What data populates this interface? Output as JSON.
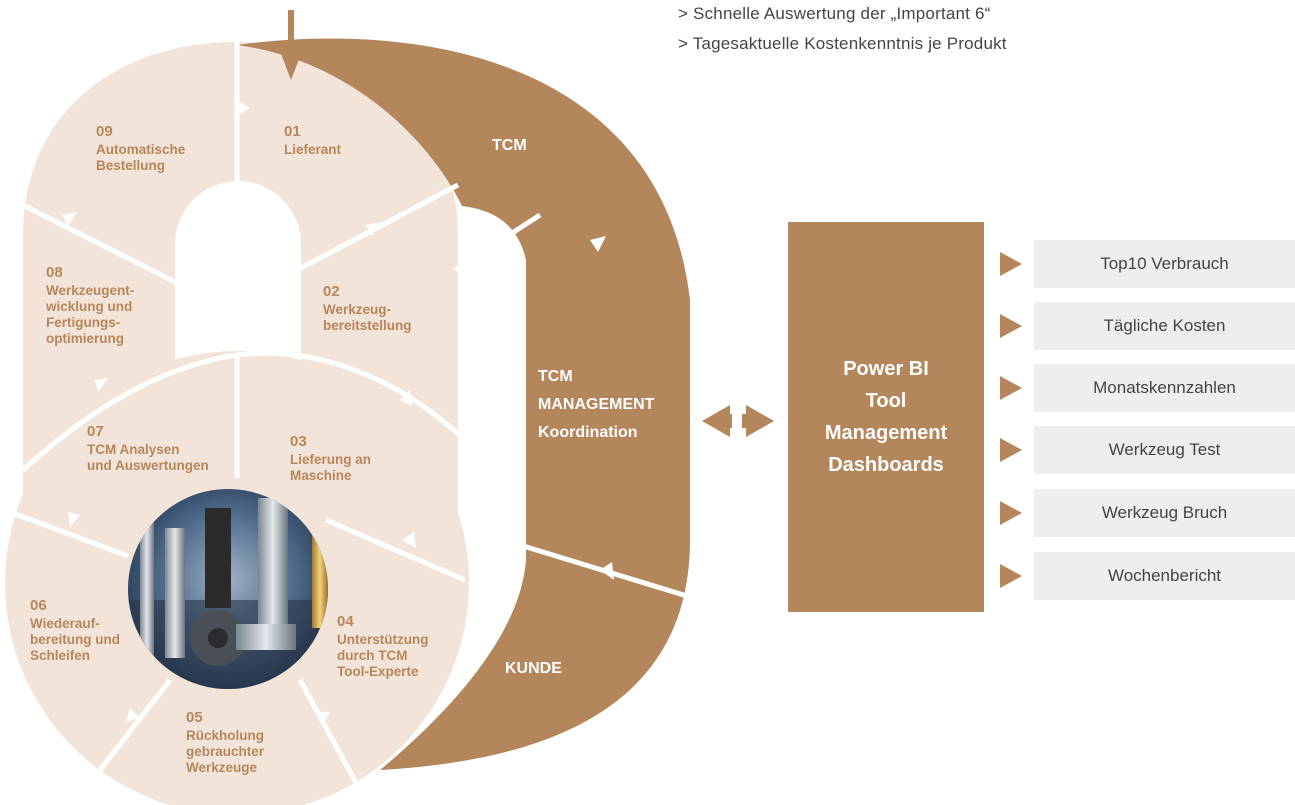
{
  "notes": [
    "> Schnelle Auswertung der „Important 6“",
    "> Tagesaktuelle Kostenkenntnis je Produkt"
  ],
  "colors": {
    "light_segment": "#f2e4d9",
    "band": "#b4865b",
    "text_brown": "#b8865a",
    "button_bg": "#eeeeee"
  },
  "cycle": [
    {
      "id": "01",
      "label": [
        "Lieferant"
      ]
    },
    {
      "id": "02",
      "label": [
        "Werkzeug-",
        "bereitstellung"
      ]
    },
    {
      "id": "03",
      "label": [
        "Lieferung an",
        "Maschine"
      ]
    },
    {
      "id": "04",
      "label": [
        "Unterstützung",
        "durch TCM",
        "Tool-Experte"
      ]
    },
    {
      "id": "05",
      "label": [
        "Rückholung",
        "gebrauchter",
        "Werkzeuge"
      ]
    },
    {
      "id": "06",
      "label": [
        "Wiederauf-",
        "bereitung und",
        "Schleifen"
      ]
    },
    {
      "id": "07",
      "label": [
        "TCM Analysen",
        "und Auswertungen"
      ]
    },
    {
      "id": "08",
      "label": [
        "Werkzeugent-",
        "wicklung und",
        "Fertigungs-",
        "optimierung"
      ]
    },
    {
      "id": "09",
      "label": [
        "Automatische",
        "Bestellung"
      ]
    }
  ],
  "band": {
    "top": "TCM",
    "middle": [
      "TCM",
      "MANAGEMENT",
      "Koordination"
    ],
    "bottom": "KUNDE"
  },
  "powerbi": {
    "lines": [
      "Power BI",
      "Tool",
      "Management",
      "Dashboards"
    ]
  },
  "dashboards": [
    "Top10 Verbrauch",
    "Tägliche Kosten",
    "Monatskennzahlen",
    "Werkzeug Test",
    "Werkzeug Bruch",
    "Wochenbericht"
  ],
  "photo": {
    "icon": "milling-tools-photo"
  }
}
